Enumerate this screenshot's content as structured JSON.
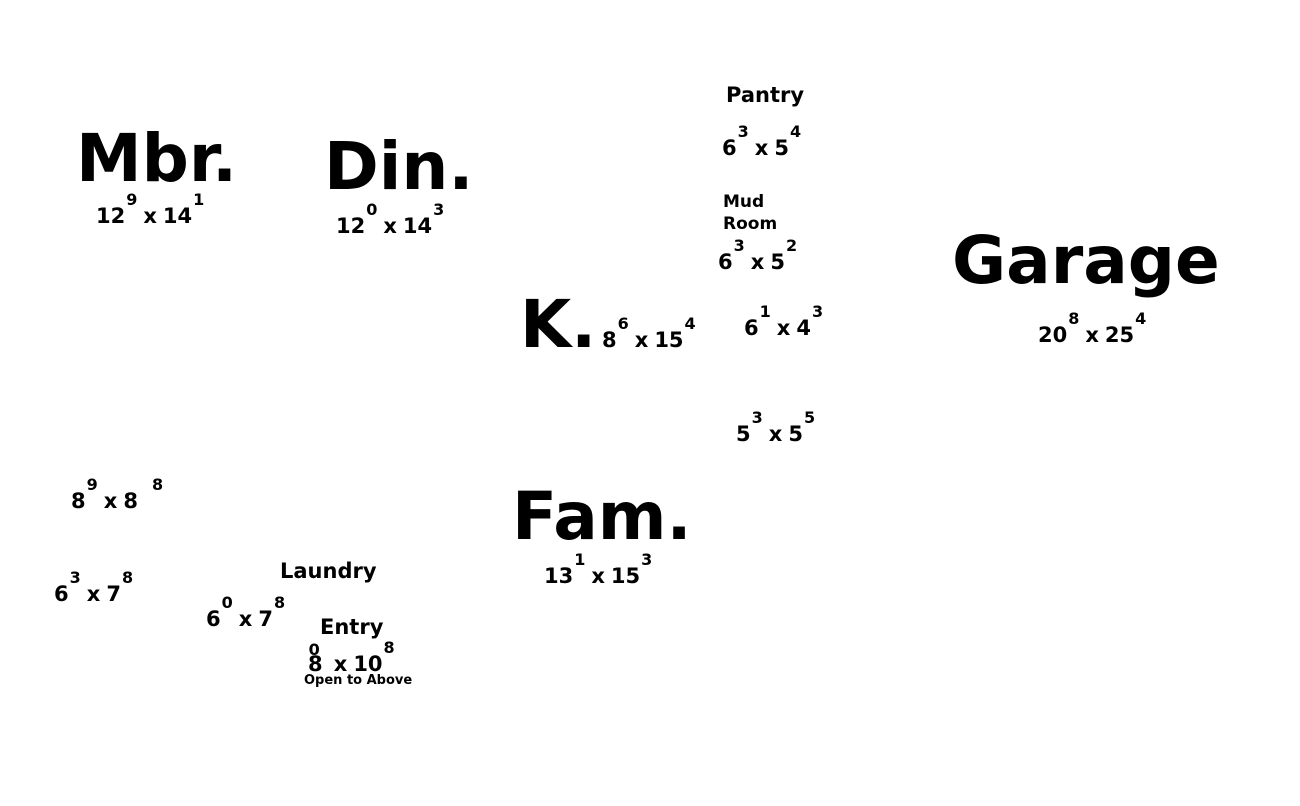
{
  "rooms": {
    "mbr": {
      "name": "Mbr.",
      "w": "12",
      "w_in": "9",
      "d": "14",
      "d_in": "1"
    },
    "din": {
      "name": "Din.",
      "w": "12",
      "w_in": "0",
      "d": "14",
      "d_in": "3"
    },
    "pantry": {
      "name": "Pantry",
      "w": "6",
      "w_in": "3",
      "d": "5",
      "d_in": "4"
    },
    "mud": {
      "name_line1": "Mud",
      "name_line2": "Room",
      "w": "6",
      "w_in": "3",
      "d": "5",
      "d_in": "2"
    },
    "garage": {
      "name": "Garage",
      "w": "20",
      "w_in": "8",
      "d": "25",
      "d_in": "4"
    },
    "kitchen": {
      "name": "K.",
      "w": "8",
      "w_in": "6",
      "d": "15",
      "d_in": "4"
    },
    "closet_a": {
      "w": "6",
      "w_in": "1",
      "d": "4",
      "d_in": "3"
    },
    "closet_b": {
      "w": "5",
      "w_in": "3",
      "d": "5",
      "d_in": "5"
    },
    "fam": {
      "name": "Fam.",
      "w": "13",
      "w_in": "1",
      "d": "15",
      "d_in": "3"
    },
    "bath": {
      "w": "8",
      "w_in": "9",
      "d": "8",
      "d_in": "8"
    },
    "wic": {
      "w": "6",
      "w_in": "3",
      "d": "7",
      "d_in": "8"
    },
    "laundry": {
      "name": "Laundry",
      "w": "6",
      "w_in": "0",
      "d": "7",
      "d_in": "8"
    },
    "entry": {
      "name": "Entry",
      "w": "8",
      "w_in": "0",
      "d": "10",
      "d_in": "8",
      "note": "Open to Above"
    }
  }
}
